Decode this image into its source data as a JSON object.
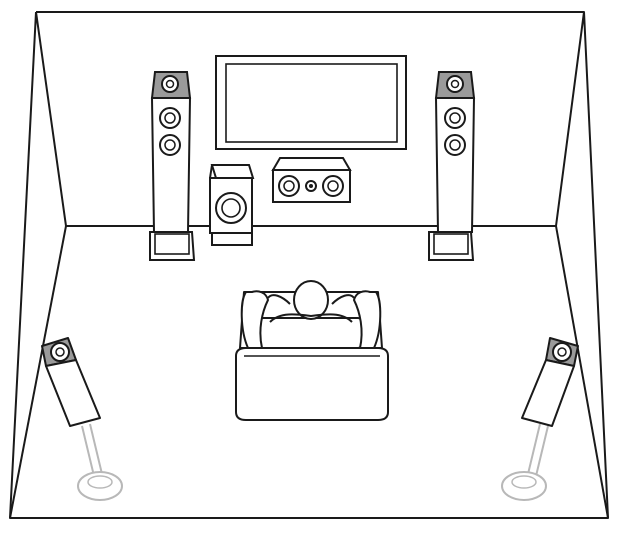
{
  "diagram": {
    "colors": {
      "stroke": "#1a1a1a",
      "fill": "#ffffff",
      "panel": "#9a9a9a",
      "faint_stroke": "#b8b8b8"
    },
    "items": [
      {
        "id": "room",
        "icon": "room-outline-icon"
      },
      {
        "id": "tv",
        "icon": "tv-screen-icon"
      },
      {
        "id": "front-left",
        "icon": "tower-speaker-icon"
      },
      {
        "id": "front-right",
        "icon": "tower-speaker-icon"
      },
      {
        "id": "center",
        "icon": "center-speaker-icon"
      },
      {
        "id": "subwoofer",
        "icon": "subwoofer-icon"
      },
      {
        "id": "listener",
        "icon": "listener-sofa-icon"
      },
      {
        "id": "surround-left",
        "icon": "surround-speaker-icon"
      },
      {
        "id": "surround-right",
        "icon": "surround-speaker-icon"
      }
    ]
  }
}
